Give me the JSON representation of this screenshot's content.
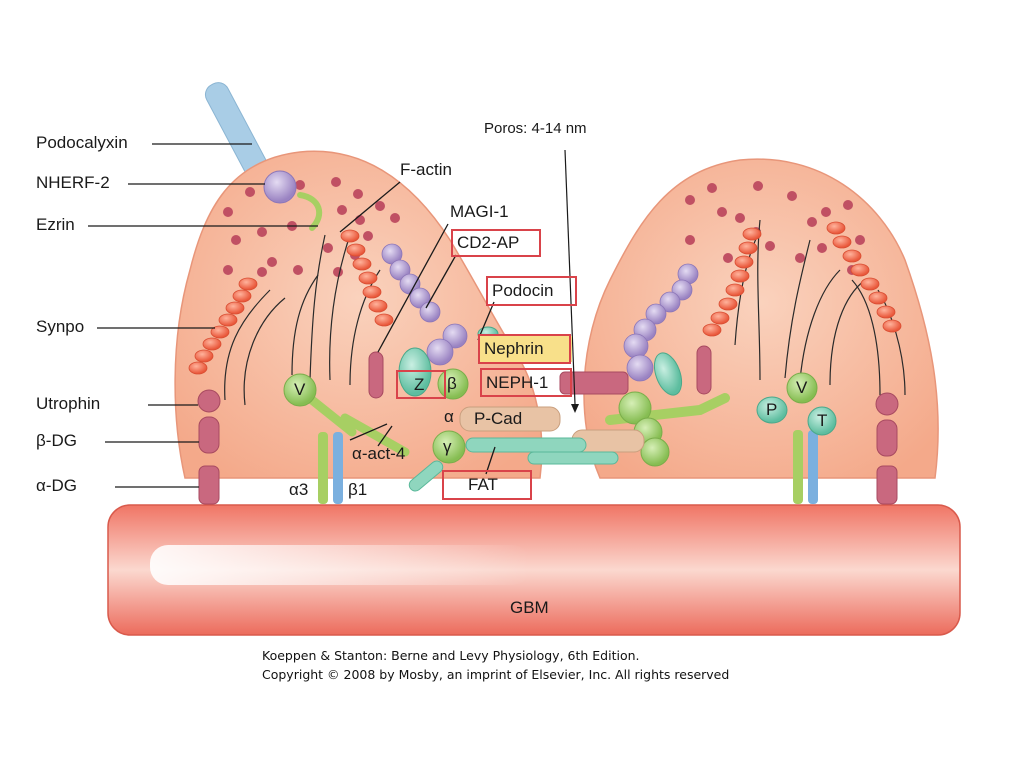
{
  "diagram": {
    "pore_label": "Poros: 4-14 nm",
    "left_labels": [
      "Podocalyxin",
      "NHERF-2",
      "Ezrin",
      "Synpo",
      "Utrophin",
      "β-DG",
      "α-DG"
    ],
    "protein_labels": {
      "f_actin": "F-actin",
      "magi1": "MAGI-1",
      "cd2ap": "CD2-AP",
      "podocin": "Podocin",
      "nephrin": "Nephrin",
      "neph1": "NEPH-1",
      "pcad": "P-Cad",
      "fat": "FAT",
      "alpha_act4": "α-act-4",
      "alpha3": "α3",
      "beta1": "β1",
      "gbm": "GBM"
    },
    "glyphs": {
      "z": "Z",
      "beta": "β",
      "alpha": "α",
      "gamma": "γ",
      "v_left": "V",
      "v_right": "V",
      "p": "P",
      "t": "T"
    },
    "credit_line_1": "Koeppen & Stanton: Berne and Levy Physiology, 6th Edition.",
    "credit_line_2": "Copyright © 2008 by Mosby, an imprint of Elsevier, Inc. All rights reserved",
    "colors": {
      "cell_fill": "#f6b79a",
      "gbm_fill": "#ef7f70",
      "highlight_box": "#d9434a",
      "nephrin_fill": "#f8e08a",
      "purple_protein": "#b7a3d4",
      "green_protein": "#9ccf6a",
      "teal_protein": "#7fcfb8",
      "red_bead": "#ef6a4a"
    }
  }
}
